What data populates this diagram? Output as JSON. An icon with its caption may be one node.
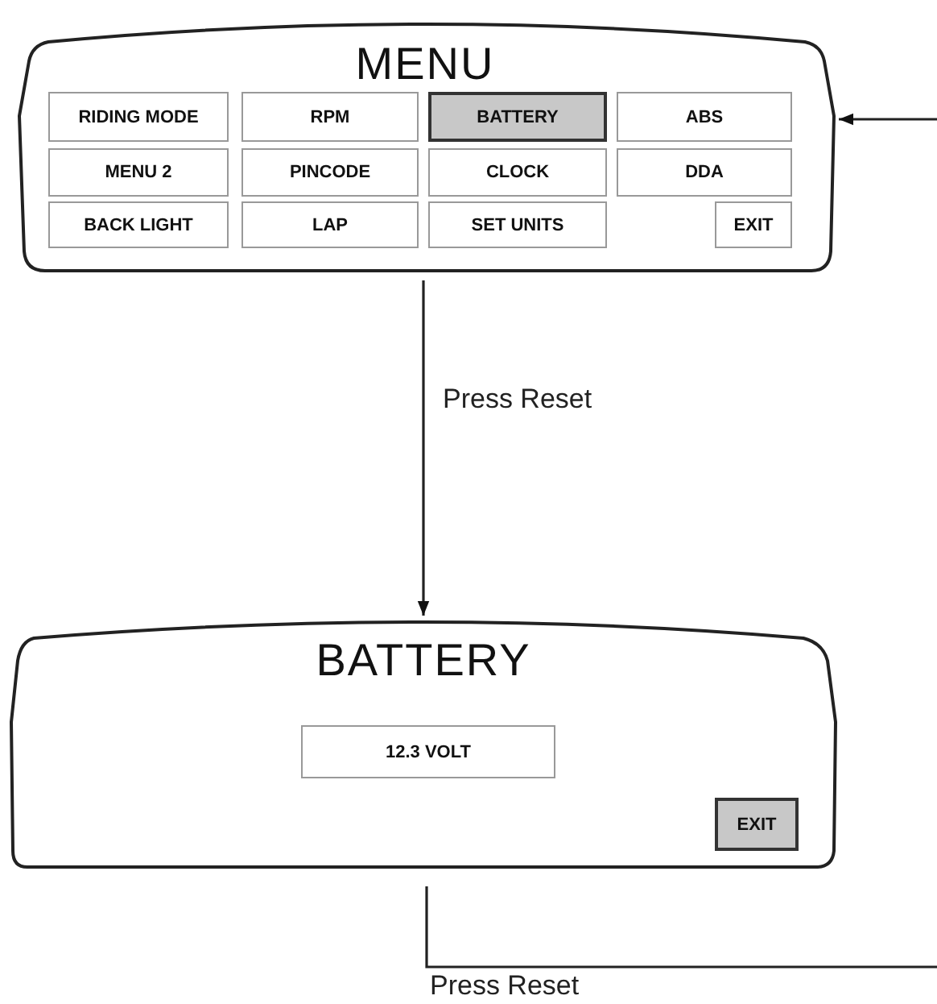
{
  "diagram": {
    "nodes": [
      {
        "text": [
          "MENU"
        ]
      },
      {
        "text": [
          "RIDING MODE"
        ],
        "in": 0
      },
      {
        "text": [
          "RPM"
        ],
        "in": 0
      },
      {
        "text": [
          "BATTERY"
        ],
        "in": 0
      },
      {
        "text": [
          "ABS"
        ],
        "in": 0
      },
      {
        "text": [
          "MENU 2"
        ],
        "in": 0
      },
      {
        "text": [
          "PINCODE"
        ],
        "in": 0
      },
      {
        "text": [
          "CLOCK"
        ],
        "in": 0
      },
      {
        "text": [
          "DDA"
        ],
        "in": 0
      },
      {
        "text": [
          "BACK LIGHT"
        ],
        "in": 0
      },
      {
        "text": [
          "LAP"
        ],
        "in": 0
      },
      {
        "text": [
          "SET UNITS"
        ],
        "in": 0
      },
      {
        "text": [
          "EXIT"
        ],
        "in": 0
      },
      {
        "text": [
          "BATTERY"
        ]
      },
      {
        "text": [
          "12.3 VOLT"
        ],
        "in": 13
      },
      {
        "text": [
          "EXIT"
        ],
        "in": 13
      }
    ],
    "edges": [
      {
        "from": 0,
        "to": 13,
        "arrow": "to",
        "label": "Press Reset"
      },
      {
        "from": 13,
        "to": null,
        "arrow": "none",
        "label": "Press Reset"
      },
      {
        "from": null,
        "to": 0,
        "arrow": "to"
      }
    ]
  }
}
